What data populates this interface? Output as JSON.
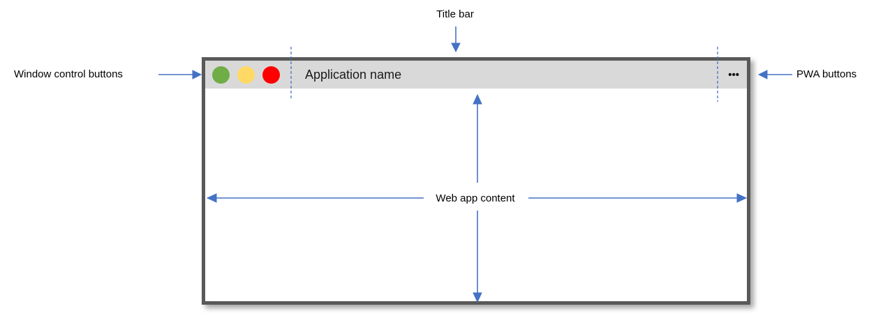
{
  "annotations": {
    "title_bar": "Title bar",
    "window_control_buttons": "Window control buttons",
    "pwa_buttons": "PWA buttons",
    "web_app_content": "Web app content"
  },
  "window": {
    "application_name": "Application name",
    "pwa_menu_icon": "•••",
    "control_buttons": [
      {
        "name": "green-button",
        "color": "#70ad47"
      },
      {
        "name": "yellow-button",
        "color": "#ffd966"
      },
      {
        "name": "red-button",
        "color": "#ff0000"
      }
    ]
  },
  "colors": {
    "annotation_arrow": "#4472c4",
    "window_border": "#595959",
    "title_bar_background": "#d9d9d9",
    "content_background": "#ffffff"
  }
}
